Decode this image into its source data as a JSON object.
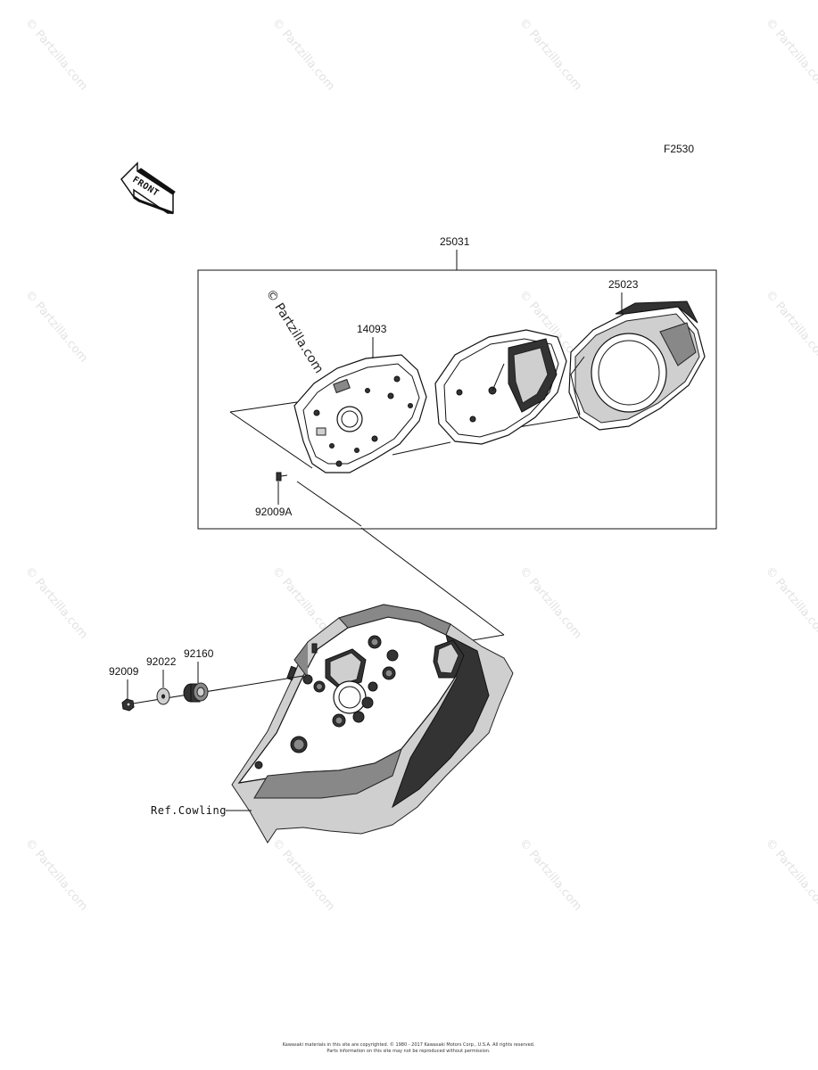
{
  "diagram_code": "F2530",
  "front_label": "FRONT",
  "watermark": "© Partzilla.com",
  "parts": {
    "assembly": "25031",
    "case": "25023",
    "cover": "14093",
    "screw_a": "92009A",
    "screw": "92009",
    "washer": "92022",
    "grommet": "92160",
    "ref_cowling": "Ref.Cowling"
  },
  "footer": {
    "line1": "Kawasaki materials in this site are copyrighted. © 1980 - 2017 Kawasaki Motors Corp., U.S.A. All rights reserved.",
    "line2": "Parts information on this site may not be reproduced without permission."
  }
}
